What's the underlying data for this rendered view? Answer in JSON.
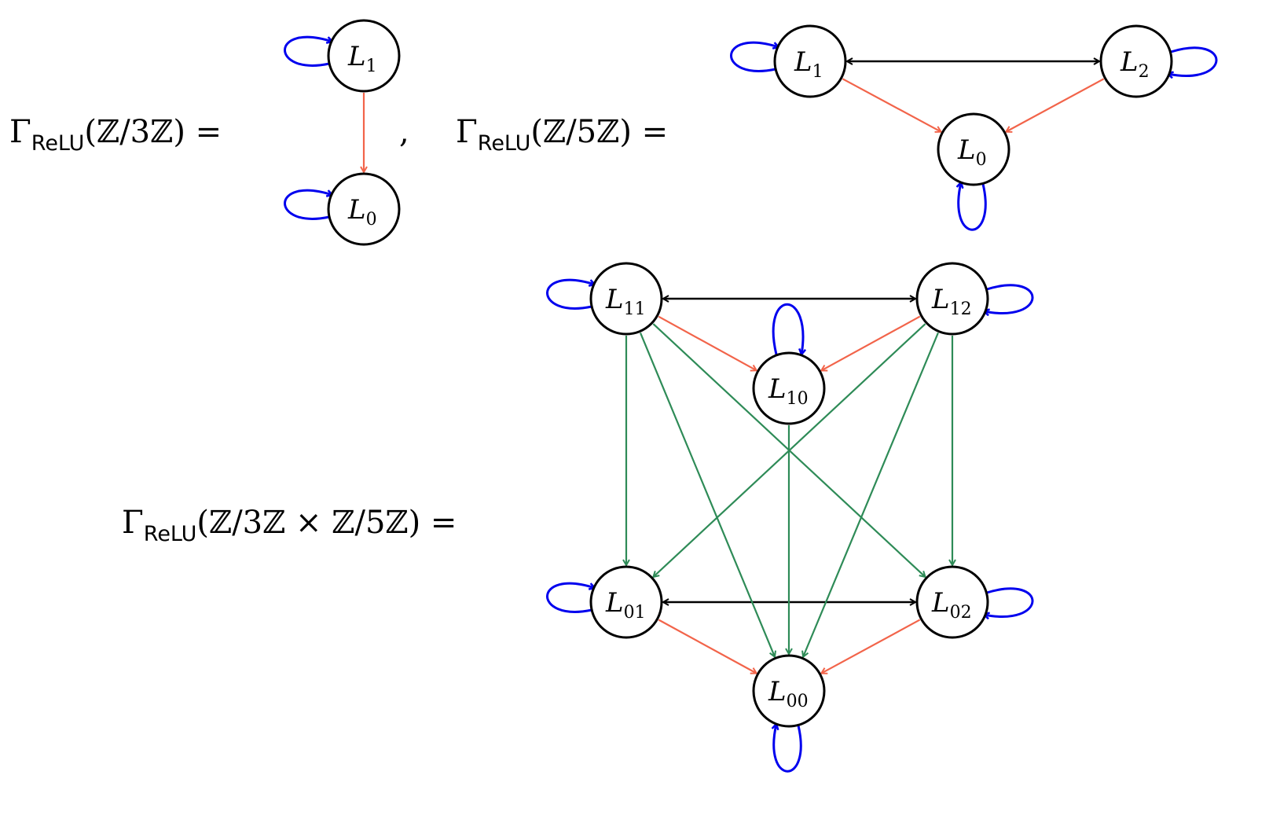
{
  "colors": {
    "self_loop": "#0000ee",
    "forward_edge": "#f2644a",
    "cross_edge": "#2e8b57",
    "bidirectional_edge": "#000000",
    "node_stroke": "#000000"
  },
  "equations": [
    {
      "id": "z3",
      "gamma": "Γ",
      "sub": "ReLU",
      "arg": "(ℤ/3ℤ) ="
    },
    {
      "id": "z5",
      "gamma": "Γ",
      "sub": "ReLU",
      "arg": "(ℤ/5ℤ) ="
    },
    {
      "id": "z15",
      "gamma": "Γ",
      "sub": "ReLU",
      "arg": "(ℤ/3ℤ × ℤ/5ℤ) ="
    }
  ],
  "separator": ",",
  "graphs": [
    {
      "id": "z3",
      "nodes": [
        {
          "id": "a1",
          "base": "L",
          "sub": "1"
        },
        {
          "id": "a0",
          "base": "L",
          "sub": "0"
        }
      ],
      "edges": [
        {
          "from": "a1",
          "to": "a0",
          "kind": "forward"
        },
        {
          "from": "a1",
          "to": "a1",
          "kind": "self_loop"
        },
        {
          "from": "a0",
          "to": "a0",
          "kind": "self_loop"
        }
      ]
    },
    {
      "id": "z5",
      "nodes": [
        {
          "id": "b1",
          "base": "L",
          "sub": "1"
        },
        {
          "id": "b2",
          "base": "L",
          "sub": "2"
        },
        {
          "id": "b0",
          "base": "L",
          "sub": "0"
        }
      ],
      "edges": [
        {
          "from": "b1",
          "to": "b2",
          "kind": "bidirectional"
        },
        {
          "from": "b1",
          "to": "b0",
          "kind": "forward"
        },
        {
          "from": "b2",
          "to": "b0",
          "kind": "forward"
        },
        {
          "from": "b1",
          "to": "b1",
          "kind": "self_loop"
        },
        {
          "from": "b2",
          "to": "b2",
          "kind": "self_loop"
        },
        {
          "from": "b0",
          "to": "b0",
          "kind": "self_loop"
        }
      ]
    },
    {
      "id": "z15",
      "nodes": [
        {
          "id": "c11",
          "base": "L",
          "sub": "11"
        },
        {
          "id": "c12",
          "base": "L",
          "sub": "12"
        },
        {
          "id": "c10",
          "base": "L",
          "sub": "10"
        },
        {
          "id": "c01",
          "base": "L",
          "sub": "01"
        },
        {
          "id": "c02",
          "base": "L",
          "sub": "02"
        },
        {
          "id": "c00",
          "base": "L",
          "sub": "00"
        }
      ],
      "edges": [
        {
          "from": "c11",
          "to": "c12",
          "kind": "bidirectional"
        },
        {
          "from": "c01",
          "to": "c02",
          "kind": "bidirectional"
        },
        {
          "from": "c11",
          "to": "c10",
          "kind": "forward"
        },
        {
          "from": "c12",
          "to": "c10",
          "kind": "forward"
        },
        {
          "from": "c01",
          "to": "c00",
          "kind": "forward"
        },
        {
          "from": "c02",
          "to": "c00",
          "kind": "forward"
        },
        {
          "from": "c11",
          "to": "c01",
          "kind": "cross"
        },
        {
          "from": "c11",
          "to": "c00",
          "kind": "cross"
        },
        {
          "from": "c11",
          "to": "c02",
          "kind": "cross"
        },
        {
          "from": "c12",
          "to": "c01",
          "kind": "cross"
        },
        {
          "from": "c12",
          "to": "c00",
          "kind": "cross"
        },
        {
          "from": "c12",
          "to": "c02",
          "kind": "cross"
        },
        {
          "from": "c10",
          "to": "c00",
          "kind": "cross"
        },
        {
          "from": "c11",
          "to": "c11",
          "kind": "self_loop"
        },
        {
          "from": "c12",
          "to": "c12",
          "kind": "self_loop"
        },
        {
          "from": "c10",
          "to": "c10",
          "kind": "self_loop"
        },
        {
          "from": "c01",
          "to": "c01",
          "kind": "self_loop"
        },
        {
          "from": "c02",
          "to": "c02",
          "kind": "self_loop"
        },
        {
          "from": "c00",
          "to": "c00",
          "kind": "self_loop"
        }
      ]
    }
  ]
}
